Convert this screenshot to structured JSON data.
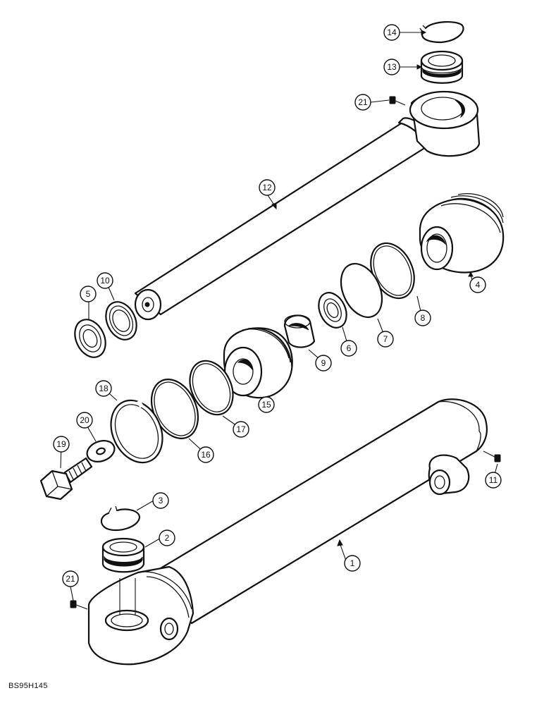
{
  "figure": {
    "reference_code": "BS95H145"
  },
  "callouts": [
    {
      "id": "c1",
      "label": "1"
    },
    {
      "id": "c2",
      "label": "2"
    },
    {
      "id": "c3",
      "label": "3"
    },
    {
      "id": "c4",
      "label": "4"
    },
    {
      "id": "c5",
      "label": "5"
    },
    {
      "id": "c6",
      "label": "6"
    },
    {
      "id": "c7",
      "label": "7"
    },
    {
      "id": "c8",
      "label": "8"
    },
    {
      "id": "c9",
      "label": "9"
    },
    {
      "id": "c10",
      "label": "10"
    },
    {
      "id": "c11",
      "label": "11"
    },
    {
      "id": "c12",
      "label": "12"
    },
    {
      "id": "c13",
      "label": "13"
    },
    {
      "id": "c14",
      "label": "14"
    },
    {
      "id": "c15",
      "label": "15"
    },
    {
      "id": "c16",
      "label": "16"
    },
    {
      "id": "c17",
      "label": "17"
    },
    {
      "id": "c18",
      "label": "18"
    },
    {
      "id": "c19",
      "label": "19"
    },
    {
      "id": "c20",
      "label": "20"
    },
    {
      "id": "c21a",
      "label": "21"
    },
    {
      "id": "c21b",
      "label": "21"
    }
  ]
}
